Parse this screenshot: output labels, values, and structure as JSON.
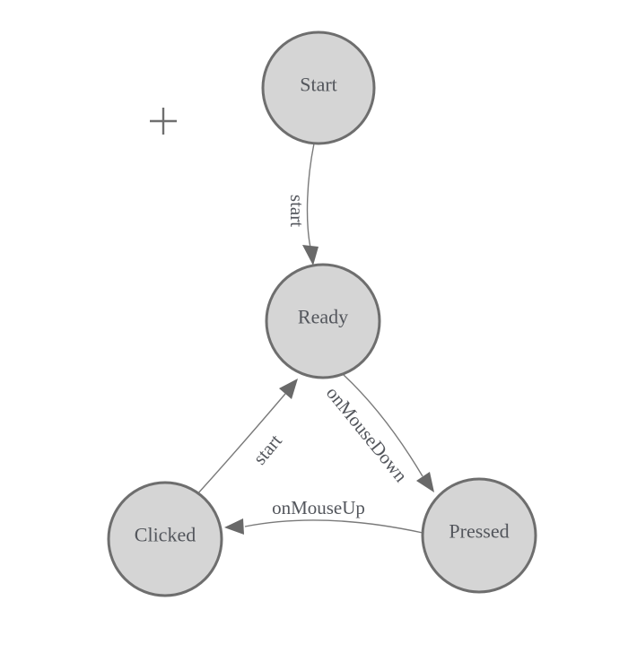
{
  "diagram": {
    "type": "state-machine",
    "colors": {
      "background": "#ffffff",
      "node_fill": "#d5d5d5",
      "node_stroke": "#6e6e6e",
      "edge_stroke": "#7a7a7a",
      "arrow_fill": "#696969",
      "label_text": "#53565c",
      "origin_marker": "#6f6f6f"
    },
    "origin_marker": {
      "icon": "plus-icon"
    },
    "nodes": [
      {
        "label": "Start"
      },
      {
        "label": "Ready"
      },
      {
        "label": "Clicked"
      },
      {
        "label": "Pressed"
      }
    ],
    "edges": [
      {
        "from": "Start",
        "to": "Ready",
        "label": "start"
      },
      {
        "from": "Ready",
        "to": "Pressed",
        "label": "onMouseDown"
      },
      {
        "from": "Pressed",
        "to": "Clicked",
        "label": "onMouseUp"
      },
      {
        "from": "Clicked",
        "to": "Ready",
        "label": "start"
      }
    ]
  }
}
